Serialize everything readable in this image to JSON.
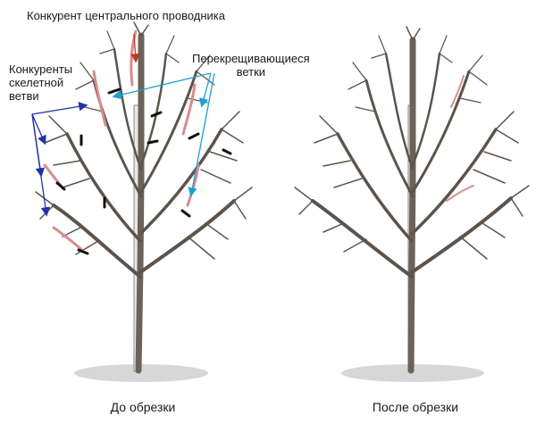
{
  "annotations": {
    "leader_competitor": "Конкурент центрального проводника",
    "skeletal_competitors": "Конкуренты\nскелетной\nветви",
    "crossing_branches": "Перекрещивающиеся\nветки"
  },
  "captions": {
    "before": "До обрезки",
    "after": "После обрезки"
  },
  "colors": {
    "trunk": "#6b6259",
    "branch": "#5c544c",
    "stake": "#8a8a8a",
    "cut_highlight": "#d98c8c",
    "cut_mark": "#111111",
    "arrow_red": "#c0392b",
    "arrow_blue": "#2233aa",
    "arrow_cyan": "#1ea0d6",
    "ground": "#8f8f8f"
  }
}
